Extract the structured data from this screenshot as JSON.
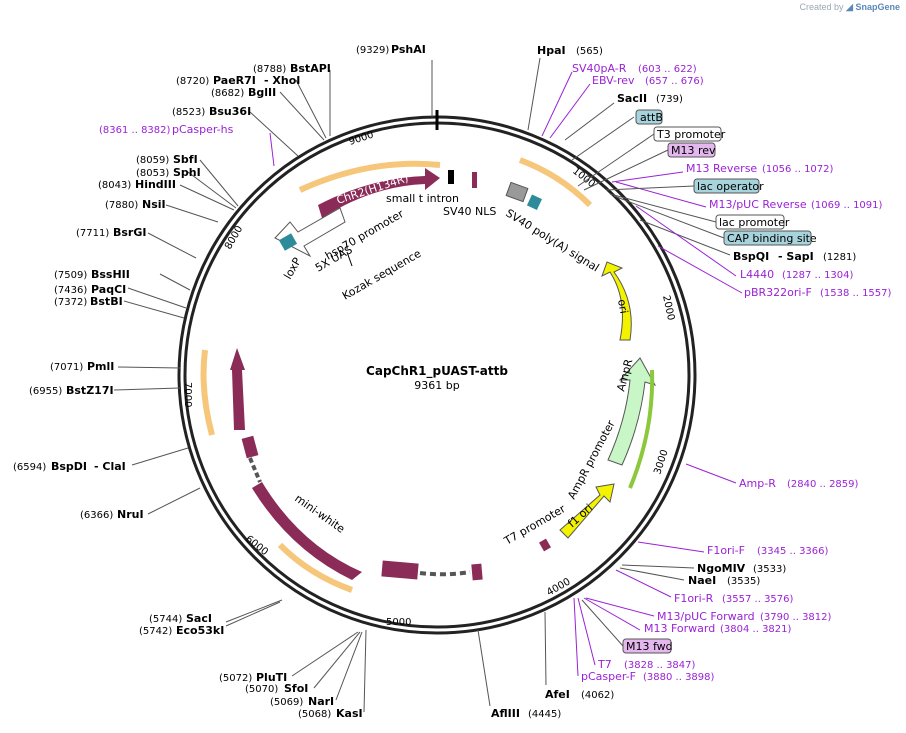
{
  "credit": {
    "prefix": "Created by",
    "brand": "SnapGene"
  },
  "plasmid": {
    "name": "CapChR1_pUAST-attb",
    "length_label": "9361 bp"
  },
  "ruler_ticks": [
    "1000",
    "2000",
    "3000",
    "4000",
    "5000",
    "6000",
    "7000",
    "8000",
    "9000"
  ],
  "sites": [
    {
      "name": "PshAI",
      "pos": "(9329)"
    },
    {
      "name": "HpaI",
      "pos": "(565)"
    },
    {
      "name": "SacII",
      "pos": "(739)"
    },
    {
      "name": "BspQI",
      "name2": "SapI",
      "pos": "(1281)"
    },
    {
      "name": "NgoMIV",
      "pos": "(3533)"
    },
    {
      "name": "NaeI",
      "pos": "(3535)"
    },
    {
      "name": "AfeI",
      "pos": "(4062)"
    },
    {
      "name": "AflIII",
      "pos": "(4445)"
    },
    {
      "name": "KasI",
      "pos": "(5068)"
    },
    {
      "name": "NarI",
      "pos": "(5069)"
    },
    {
      "name": "SfoI",
      "pos": "(5070)"
    },
    {
      "name": "PluTI",
      "pos": "(5072)"
    },
    {
      "name": "Eco53kI",
      "pos": "(5742)"
    },
    {
      "name": "SacI",
      "pos": "(5744)"
    },
    {
      "name": "NruI",
      "pos": "(6366)"
    },
    {
      "name": "BspDI",
      "name2": "ClaI",
      "pos": "(6594)"
    },
    {
      "name": "BstZ17I",
      "pos": "(6955)"
    },
    {
      "name": "PmlI",
      "pos": "(7071)"
    },
    {
      "name": "BstBI",
      "pos": "(7372)"
    },
    {
      "name": "PaqCI",
      "pos": "(7436)"
    },
    {
      "name": "BssHII",
      "pos": "(7509)"
    },
    {
      "name": "BsrGI",
      "pos": "(7711)"
    },
    {
      "name": "NsiI",
      "pos": "(7880)"
    },
    {
      "name": "HindIII",
      "pos": "(8043)"
    },
    {
      "name": "SphI",
      "pos": "(8053)"
    },
    {
      "name": "SbfI",
      "pos": "(8059)"
    },
    {
      "name": "Bsu36I",
      "pos": "(8523)"
    },
    {
      "name": "BglII",
      "pos": "(8682)"
    },
    {
      "name": "PaeR7I",
      "name2": "XhoI",
      "pos": "(8720)"
    },
    {
      "name": "BstAPI",
      "pos": "(8788)"
    }
  ],
  "primers": [
    {
      "name": "SV40pA-R",
      "range": "(603 .. 622)"
    },
    {
      "name": "EBV-rev",
      "range": "(657 .. 676)"
    },
    {
      "name": "M13 Reverse",
      "range": "(1056 .. 1072)"
    },
    {
      "name": "M13/pUC Reverse",
      "range": "(1069 .. 1091)"
    },
    {
      "name": "L4440",
      "range": "(1287 .. 1304)"
    },
    {
      "name": "pBR322ori-F",
      "range": "(1538 .. 1557)"
    },
    {
      "name": "Amp-R",
      "range": "(2840 .. 2859)"
    },
    {
      "name": "F1ori-F",
      "range": "(3345 .. 3366)"
    },
    {
      "name": "F1ori-R",
      "range": "(3557 .. 3576)"
    },
    {
      "name": "M13/pUC Forward",
      "range": "(3790 .. 3812)"
    },
    {
      "name": "M13 Forward",
      "range": "(3804 .. 3821)"
    },
    {
      "name": "T7",
      "range": "(3828 .. 3847)"
    },
    {
      "name": "pCasper-F",
      "range": "(3880 .. 3898)"
    },
    {
      "name": "pCasper-hs",
      "range": "(8361 .. 8382)"
    }
  ],
  "boxed_features": [
    {
      "name": "attB",
      "style": "teal"
    },
    {
      "name": "T3 promoter",
      "style": "white"
    },
    {
      "name": "M13 rev",
      "style": "purple"
    },
    {
      "name": "lac operator",
      "style": "teal"
    },
    {
      "name": "lac promoter",
      "style": "white"
    },
    {
      "name": "CAP binding site",
      "style": "teal"
    },
    {
      "name": "M13 fwd",
      "style": "purple"
    }
  ],
  "inner_features": [
    "ChR2(H134R)",
    "small t intron",
    "SV40 NLS",
    "SV40 poly(A) signal",
    "hsp70 promoter",
    "5X UAS",
    "loxP",
    "Kozak sequence",
    "ori",
    "AmpR",
    "AmpR promoter",
    "f1 ori",
    "T7 promoter",
    "mini-white"
  ],
  "colors": {
    "feature_maroon": "#8b2b57",
    "ori_yellow": "#f3f300",
    "ampr_green": "#c8f6c6",
    "orf_orange": "#f6c67a",
    "primer_purple": "#9a22d6",
    "teal_box": "#a7d3dc",
    "purple_box": "#e4b7ef",
    "teal_feature": "#2e8b9a"
  }
}
